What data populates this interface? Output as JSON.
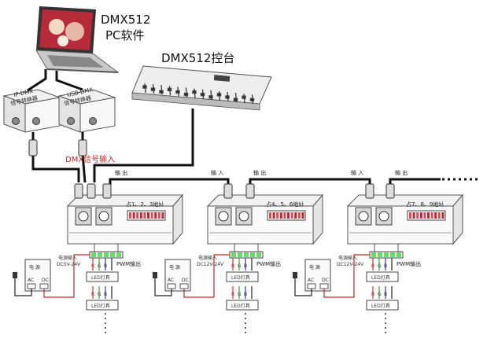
{
  "pc_software": {
    "line1": "DMX512",
    "line2": "PC软件"
  },
  "console": {
    "label": "DMX512控台"
  },
  "converters": [
    {
      "line1": "IP-DMX",
      "line2": "信号转换器"
    },
    {
      "line1": "USB-DMX",
      "line2": "信号转换器"
    }
  ],
  "signal_input_label": "DMX信号输入",
  "chain_labels": {
    "out": "输 出",
    "in": "输 入"
  },
  "decoders": [
    {
      "address": "占1、2、3地址",
      "power_in": "电源输入",
      "voltage": "DC5V-24V",
      "pwm": "PWM输出"
    },
    {
      "address": "占4、5、6地址",
      "power_in": "电源输入",
      "voltage": "DC12V-24V",
      "pwm": "PWM输出"
    },
    {
      "address": "占7、8、9地址",
      "power_in": "电源输入",
      "voltage": "DC12V-24V",
      "pwm": "PWM输出"
    }
  ],
  "power_supply": {
    "label": "电 源",
    "ac": "AC",
    "dc": "DC"
  },
  "led_lamp": {
    "label": "LED灯具",
    "r": "R",
    "g": "G",
    "b": "B"
  }
}
